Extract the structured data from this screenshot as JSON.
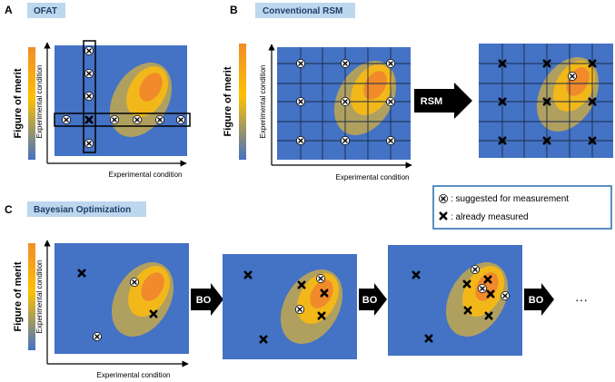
{
  "colors": {
    "background_field": "#4472c4",
    "field_border": "#2f4f86",
    "contour_outer": "#b0a060",
    "contour_mid": "#f2b81a",
    "contour_inner": "#f08a2a",
    "title_box": "#bdd7ee",
    "legend_border": "#2e75b6",
    "colorbar_top": "#f28c28",
    "colorbar_mid": "#ffc000",
    "colorbar_bottom": "#4472c4"
  },
  "panels": {
    "a": {
      "letter": "A",
      "title": "OFAT"
    },
    "b": {
      "letter": "B",
      "title": "Conventional RSM",
      "arrow_label": "RSM"
    },
    "c": {
      "letter": "C",
      "title": "Bayesian Optimization",
      "arrow_label": "BO",
      "ellipsis": "···"
    }
  },
  "axes": {
    "x_label": "Experimental condition",
    "y_label": "Experimental condition",
    "colorbar_label": "Figure of merit"
  },
  "legend": {
    "suggested_label": ": suggested for measurement",
    "measured_label": ": already measured",
    "suggested_icon": "white-x-marker-icon",
    "measured_icon": "black-x-marker-icon"
  }
}
